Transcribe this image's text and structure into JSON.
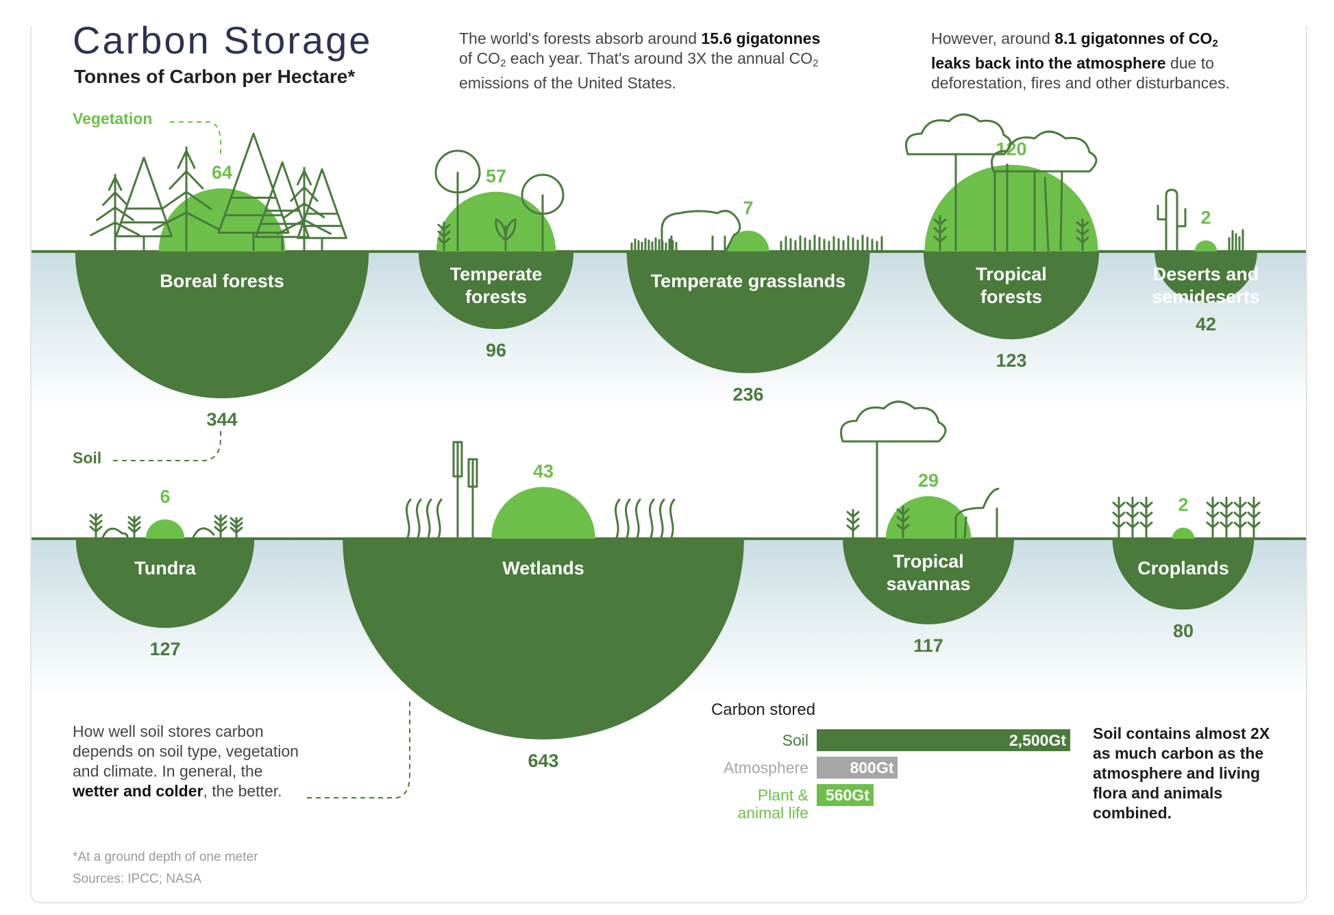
{
  "header": {
    "title": "Carbon Storage",
    "subtitle": "Tonnes of Carbon per Hectare*"
  },
  "intro": {
    "forests_absorb": {
      "pre": "The world's forests absorb around ",
      "bold": "15.6 gigatonnes",
      "line2_pre": "of CO",
      "line2_sub": "2",
      "line2_post": " each year. That's around 3X the annual CO",
      "line2_sub2": "2",
      "line3": "emissions of the United States."
    },
    "leaks": {
      "pre": "However, around ",
      "bold1": "8.1 gigatonnes of CO",
      "sub": "2",
      "bold2": "leaks back into the atmosphere",
      "post": " due to",
      "line3": "deforestation, fires and other disturbances."
    }
  },
  "labels": {
    "vegetation": "Vegetation",
    "soil": "Soil"
  },
  "soil_note": {
    "line1": "How well soil stores carbon",
    "line2": "depends on soil type, vegetation",
    "line3": "and climate. In general, the",
    "bold": "wetter and colder",
    "line4_post": ", the better."
  },
  "legend": {
    "title": "Carbon stored",
    "rows": [
      {
        "label": "Soil",
        "value": 2500,
        "value_label": "2,500Gt",
        "color": "#4a7a3c"
      },
      {
        "label": "Atmosphere",
        "value": 800,
        "value_label": "800Gt",
        "color": "#a6a6a6"
      },
      {
        "label": "Plant &\nanimal life",
        "value": 560,
        "value_label": "560Gt",
        "color": "#6cc04a"
      }
    ],
    "note": "Soil contains almost 2X as much carbon as the atmosphere and living flora and animals combined."
  },
  "footer": {
    "footnote": "*At a ground depth of one meter",
    "sources": "Sources: IPCC; NASA"
  },
  "colors": {
    "soil": "#4a7a3c",
    "vegetation": "#6cc04a",
    "ground_band": "#d5e4e8",
    "ground_line": "#4a7a3c",
    "atmosphere": "#a6a6a6"
  },
  "chart_data": {
    "type": "proportional-semicircle",
    "unit": "tonnes of carbon per hectare",
    "series": [
      {
        "name": "Vegetation"
      },
      {
        "name": "Soil"
      }
    ],
    "categories": [
      {
        "label": "Boreal forests",
        "vegetation": 64,
        "soil": 344
      },
      {
        "label": "Temperate forests",
        "vegetation": 57,
        "soil": 96
      },
      {
        "label": "Temperate grasslands",
        "vegetation": 7,
        "soil": 236
      },
      {
        "label": "Tropical forests",
        "vegetation": 120,
        "soil": 123
      },
      {
        "label": "Deserts and semideserts",
        "vegetation": 2,
        "soil": 42
      },
      {
        "label": "Tundra",
        "vegetation": 6,
        "soil": 127
      },
      {
        "label": "Wetlands",
        "vegetation": 43,
        "soil": 643
      },
      {
        "label": "Tropical savannas",
        "vegetation": 29,
        "soil": 117
      },
      {
        "label": "Croplands",
        "vegetation": 2,
        "soil": 80
      }
    ]
  }
}
